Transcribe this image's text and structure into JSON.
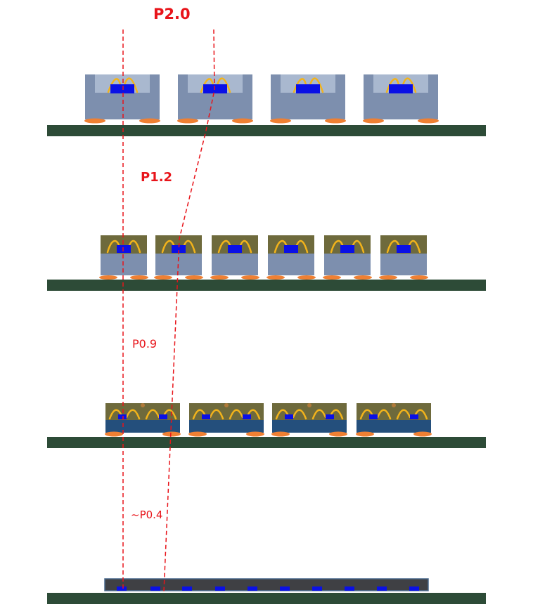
{
  "labels": {
    "p20": "P2.0",
    "p12": "P1.2",
    "p09": "P0.9",
    "p04": "~P0.4"
  },
  "colors": {
    "pcb": "#2d4b37",
    "solder": "#ef8033",
    "package_body": "#7d8fae",
    "package_window": "#a9b8cf",
    "led_chip": "#0a10e6",
    "bond_wire": "#f2b31b",
    "encapsulant": "#6e6a3c",
    "substrate_blue": "#244f7c",
    "cob_panel": "#3f4044",
    "pitch_line": "#e8141a"
  },
  "rows": [
    {
      "pitch": "P2.0",
      "package": "SMD with window",
      "count": 4
    },
    {
      "pitch": "P1.2",
      "package": "SMD with encapsulant top",
      "count": 6
    },
    {
      "pitch": "P0.9",
      "package": "4-in-1 IMD",
      "count": 4
    },
    {
      "pitch": "~P0.4",
      "package": "COB panel",
      "count": 10
    }
  ]
}
